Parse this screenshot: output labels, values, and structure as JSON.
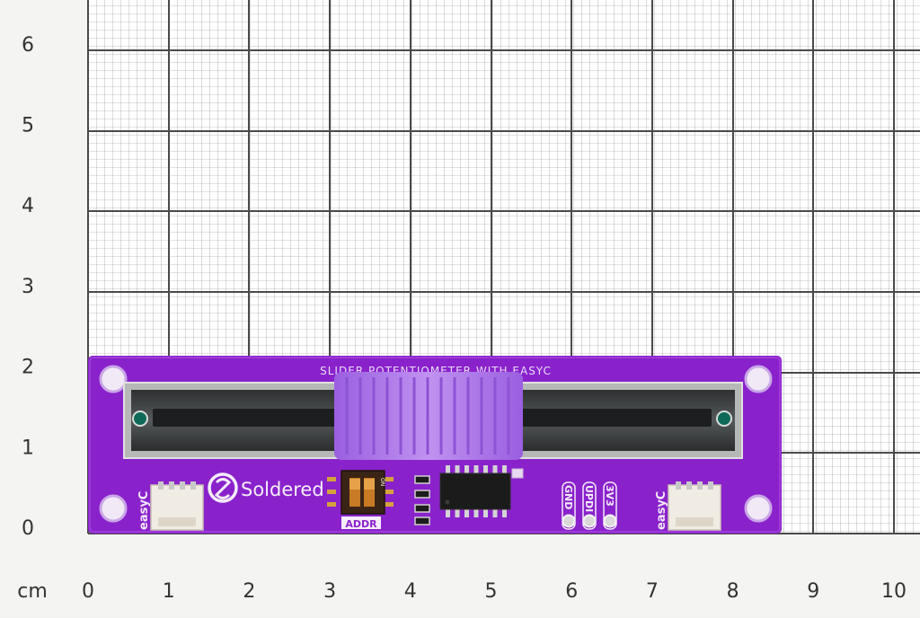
{
  "ruler": {
    "unit_label": "cm",
    "x_labels": [
      "0",
      "1",
      "2",
      "3",
      "4",
      "5",
      "6",
      "7",
      "8",
      "9",
      "10"
    ],
    "y_labels": [
      "0",
      "1",
      "2",
      "3",
      "4",
      "5",
      "6"
    ]
  },
  "board": {
    "title": "SLIDER POTENTIOMETER WITH EASYC",
    "brand": "Soldered",
    "addr_label": "ADDR",
    "dip_on_label": "ON",
    "left_connector_label": "easyC",
    "right_connector_label": "easyC",
    "pins": [
      "GND",
      "UPDI",
      "3V3"
    ]
  },
  "colors": {
    "pcb": "#8a22cc",
    "knob": "#b07ae8",
    "rail": "#3f4243",
    "paper": "#f4f4f2",
    "grid": "#4a4a4a"
  }
}
